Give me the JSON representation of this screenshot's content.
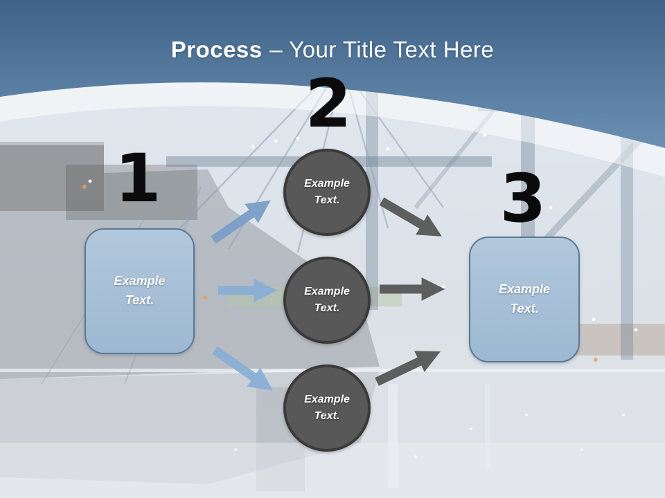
{
  "slide": {
    "title": {
      "bold": "Process",
      "rest": "– Your Title Text Here"
    }
  },
  "diagram": {
    "left_box": {
      "number": "1",
      "line1": "Example",
      "line2": "Text."
    },
    "middle": {
      "number": "2"
    },
    "right_box": {
      "number": "3",
      "line1": "Example",
      "line2": "Text."
    },
    "circles": [
      {
        "line1": "Example",
        "line2": "Text."
      },
      {
        "line1": "Example",
        "line2": "Text."
      },
      {
        "line1": "Example",
        "line2": "Text."
      }
    ]
  },
  "colors": {
    "header_top": "#3f6288",
    "header_bottom": "#6c90b3",
    "box_fill": "#a6bfd6",
    "box_border": "#5d7890",
    "circle_fill": "#585858",
    "circle_border": "#3a3a3a",
    "arrow_blue": "#8ab0d6",
    "arrow_blue_dark": "#7b9fc9",
    "arrow_gray": "#575757",
    "number_color": "#0b0b0b",
    "title_color": "#ffffff"
  }
}
